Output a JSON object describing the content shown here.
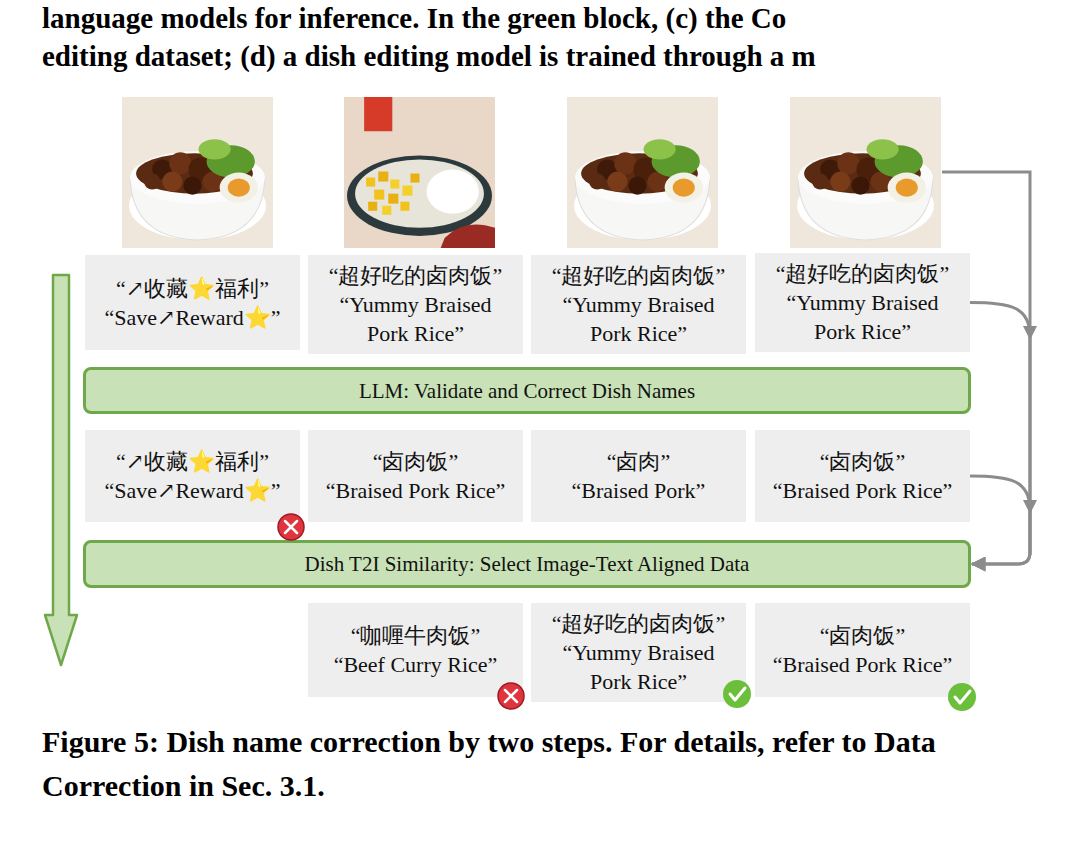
{
  "diagram": {
    "caption": "Figure 5: Dish name correction by two steps. For details, refer to Data Correction in Sec. 3.1.",
    "nodes": [
      {
        "text": [
          "“↗收藏⭐福利”",
          "“Save↗Reward⭐”"
        ]
      },
      {
        "text": [
          "“超好吃的卤肉饭”",
          "“Yummy Braised Pork Rice”"
        ]
      },
      {
        "text": [
          "“超好吃的卤肉饭”",
          "“Yummy Braised Pork Rice”"
        ]
      },
      {
        "text": [
          "“超好吃的卤肉饭”",
          "“Yummy Braised Pork Rice”"
        ]
      },
      {
        "text": [
          "LLM: Validate and Correct Dish Names"
        ]
      },
      {
        "text": [
          "“↗收藏⭐福利”",
          "“Save↗Reward⭐”"
        ]
      },
      {
        "text": [
          "“卤肉饭”",
          "“Braised Pork Rice”"
        ]
      },
      {
        "text": [
          "“卤肉”",
          "“Braised Pork”"
        ]
      },
      {
        "text": [
          "“卤肉饭”",
          "“Braised Pork Rice”"
        ]
      },
      {
        "text": [
          "Dish T2I Similarity: Select Image-Text Aligned Data"
        ]
      },
      {
        "text": [
          "“咖喱牛肉饭”",
          "“Beef Curry Rice”"
        ]
      },
      {
        "text": [
          "“超好吃的卤肉饭”",
          "“Yummy Braised Pork Rice”"
        ]
      },
      {
        "text": [
          "“卤肉饭”",
          "“Braised Pork Rice”"
        ]
      }
    ],
    "edges": [
      {
        "from": 3,
        "to": 9,
        "arrow": "to"
      },
      {
        "from": 8,
        "to": 9,
        "arrow": "to"
      }
    ],
    "labels": [
      "language models for inference. In the green block, (c) the Co",
      "editing dataset; (d) a dish editing model is trained through a m"
    ]
  }
}
